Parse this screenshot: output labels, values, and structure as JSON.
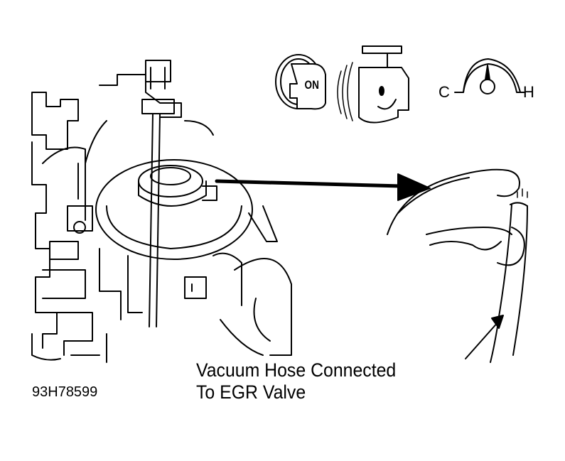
{
  "caption": {
    "line1": "Vacuum Hose Connected",
    "line2": "To EGR Valve"
  },
  "figure_id": "93H78599",
  "ignition": {
    "key_label": "ON"
  },
  "temp_gauge": {
    "cold_label": "C",
    "hot_label": "H"
  }
}
